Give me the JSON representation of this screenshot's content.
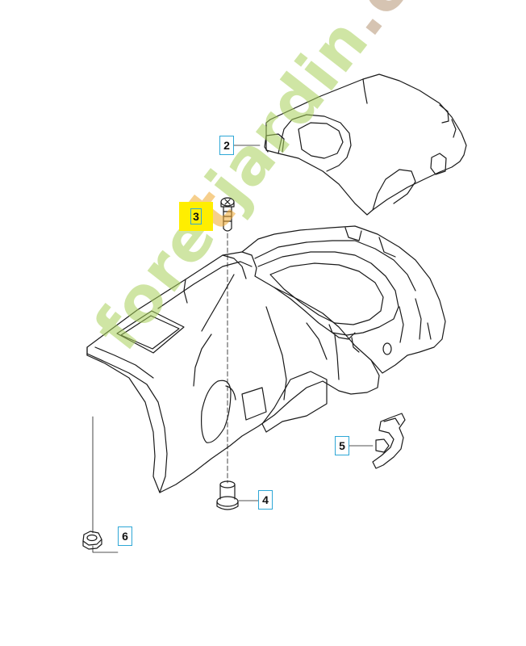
{
  "callouts": {
    "c2": "2",
    "c3": "3",
    "c4": "4",
    "c5": "5",
    "c6": "6"
  },
  "watermark": {
    "part1": "fore",
    "part2": "t",
    "part3": "jardin",
    "part4": ".com"
  },
  "colors": {
    "callout_border": "#2ea7d6",
    "highlight": "#ffee00",
    "watermark_green": "#a9d15a",
    "watermark_orange": "#f0a830",
    "watermark_brown": "#b59474"
  }
}
